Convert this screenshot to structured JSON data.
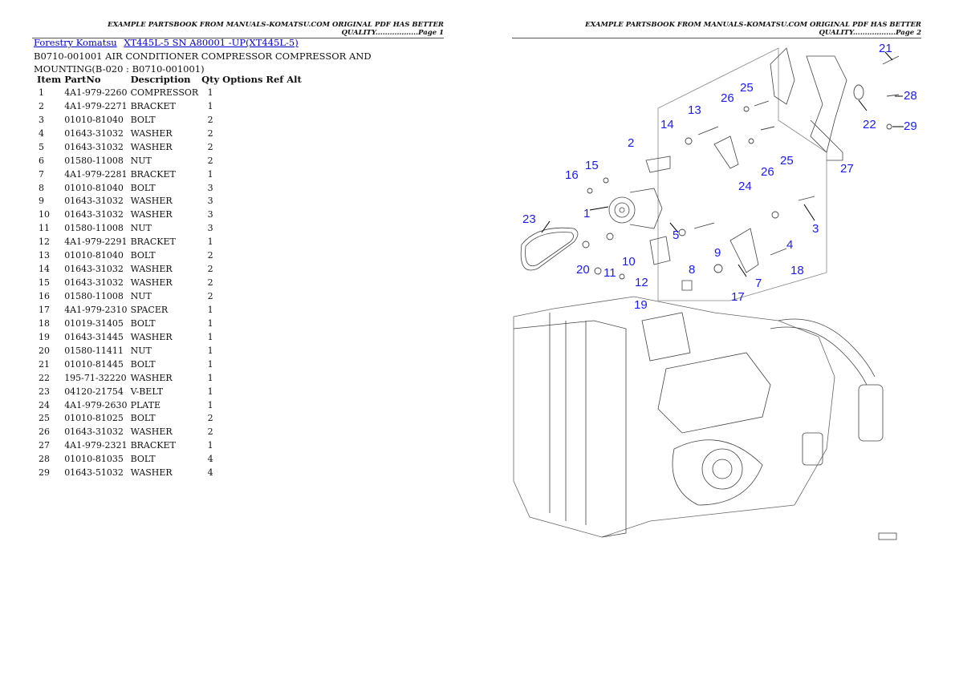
{
  "header": {
    "page1": "EXAMPLE PARTSBOOK FROM MANUALS-KOMATSU.COM ORIGINAL PDF HAS BETTER QUALITY..................Page 1",
    "page2": "EXAMPLE PARTSBOOK FROM MANUALS-KOMATSU.COM ORIGINAL PDF HAS BETTER QUALITY..................Page 2"
  },
  "breadcrumb": {
    "link1": "Forestry Komatsu",
    "link2": "XT445L-5 SN A80001 -UP(XT445L-5)"
  },
  "title": "B0710-001001 AIR CONDITIONER COMPRESSOR COMPRESSOR AND MOUNTING(B-020 : B0710-001001)",
  "table": {
    "headers": [
      "Item",
      "PartNo",
      "Description",
      "Qty",
      "Options",
      "Ref",
      "Alt"
    ],
    "rows": [
      [
        "1",
        "4A1-979-2260",
        "COMPRESSOR",
        "1"
      ],
      [
        "2",
        "4A1-979-2271",
        "BRACKET",
        "1"
      ],
      [
        "3",
        "01010-81040",
        "BOLT",
        "2"
      ],
      [
        "4",
        "01643-31032",
        "WASHER",
        "2"
      ],
      [
        "5",
        "01643-31032",
        "WASHER",
        "2"
      ],
      [
        "6",
        "01580-11008",
        "NUT",
        "2"
      ],
      [
        "7",
        "4A1-979-2281",
        "BRACKET",
        "1"
      ],
      [
        "8",
        "01010-81040",
        "BOLT",
        "3"
      ],
      [
        "9",
        "01643-31032",
        "WASHER",
        "3"
      ],
      [
        "10",
        "01643-31032",
        "WASHER",
        "3"
      ],
      [
        "11",
        "01580-11008",
        "NUT",
        "3"
      ],
      [
        "12",
        "4A1-979-2291",
        "BRACKET",
        "1"
      ],
      [
        "13",
        "01010-81040",
        "BOLT",
        "2"
      ],
      [
        "14",
        "01643-31032",
        "WASHER",
        "2"
      ],
      [
        "15",
        "01643-31032",
        "WASHER",
        "2"
      ],
      [
        "16",
        "01580-11008",
        "NUT",
        "2"
      ],
      [
        "17",
        "4A1-979-2310",
        "SPACER",
        "1"
      ],
      [
        "18",
        "01019-31405",
        "BOLT",
        "1"
      ],
      [
        "19",
        "01643-31445",
        "WASHER",
        "1"
      ],
      [
        "20",
        "01580-11411",
        "NUT",
        "1"
      ],
      [
        "21",
        "01010-81445",
        "BOLT",
        "1"
      ],
      [
        "22",
        "195-71-32220",
        "WASHER",
        "1"
      ],
      [
        "23",
        "04120-21754",
        "V-BELT",
        "1"
      ],
      [
        "24",
        "4A1-979-2630",
        "PLATE",
        "1"
      ],
      [
        "25",
        "01010-81025",
        "BOLT",
        "2"
      ],
      [
        "26",
        "01643-31032",
        "WASHER",
        "2"
      ],
      [
        "27",
        "4A1-979-2321",
        "BRACKET",
        "1"
      ],
      [
        "28",
        "01010-81035",
        "BOLT",
        "4"
      ],
      [
        "29",
        "01643-51032",
        "WASHER",
        "4"
      ]
    ]
  },
  "diagram": {
    "callouts": [
      "21",
      "28",
      "22",
      "29",
      "25",
      "26",
      "13",
      "14",
      "2",
      "25",
      "26",
      "27",
      "24",
      "15",
      "16",
      "1",
      "23",
      "3",
      "5",
      "9",
      "4",
      "10",
      "8",
      "18",
      "20",
      "11",
      "12",
      "7",
      "17",
      "19"
    ],
    "callout_color": "#1a1aff"
  }
}
